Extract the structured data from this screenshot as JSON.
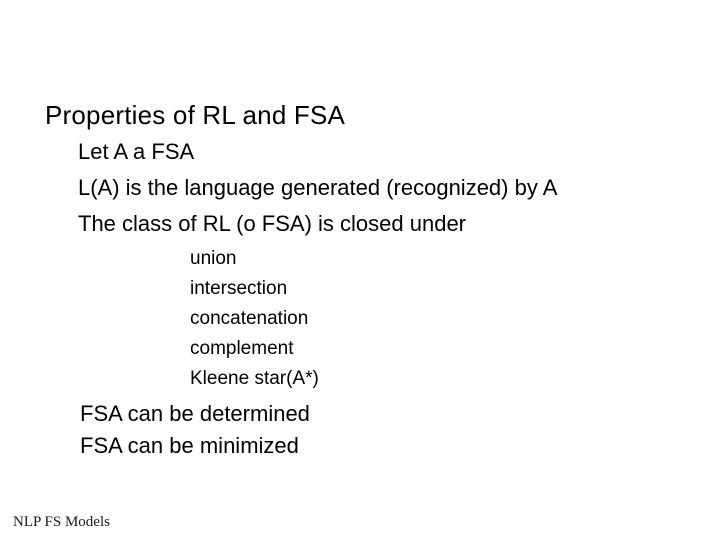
{
  "slide": {
    "title": "Properties of RL and FSA",
    "body_lines": [
      "Let A a FSA",
      "L(A) is the language generated (recognized) by A",
      "The class of RL (o FSA) is closed under"
    ],
    "closure_items": [
      "union",
      "intersection",
      "concatenation",
      "complement",
      "Kleene star(A*)"
    ],
    "result_lines": [
      "FSA can be determined",
      "FSA can be minimized"
    ],
    "footer": "NLP FS Models",
    "colors": {
      "background": "#ffffff",
      "text": "#000000"
    }
  }
}
